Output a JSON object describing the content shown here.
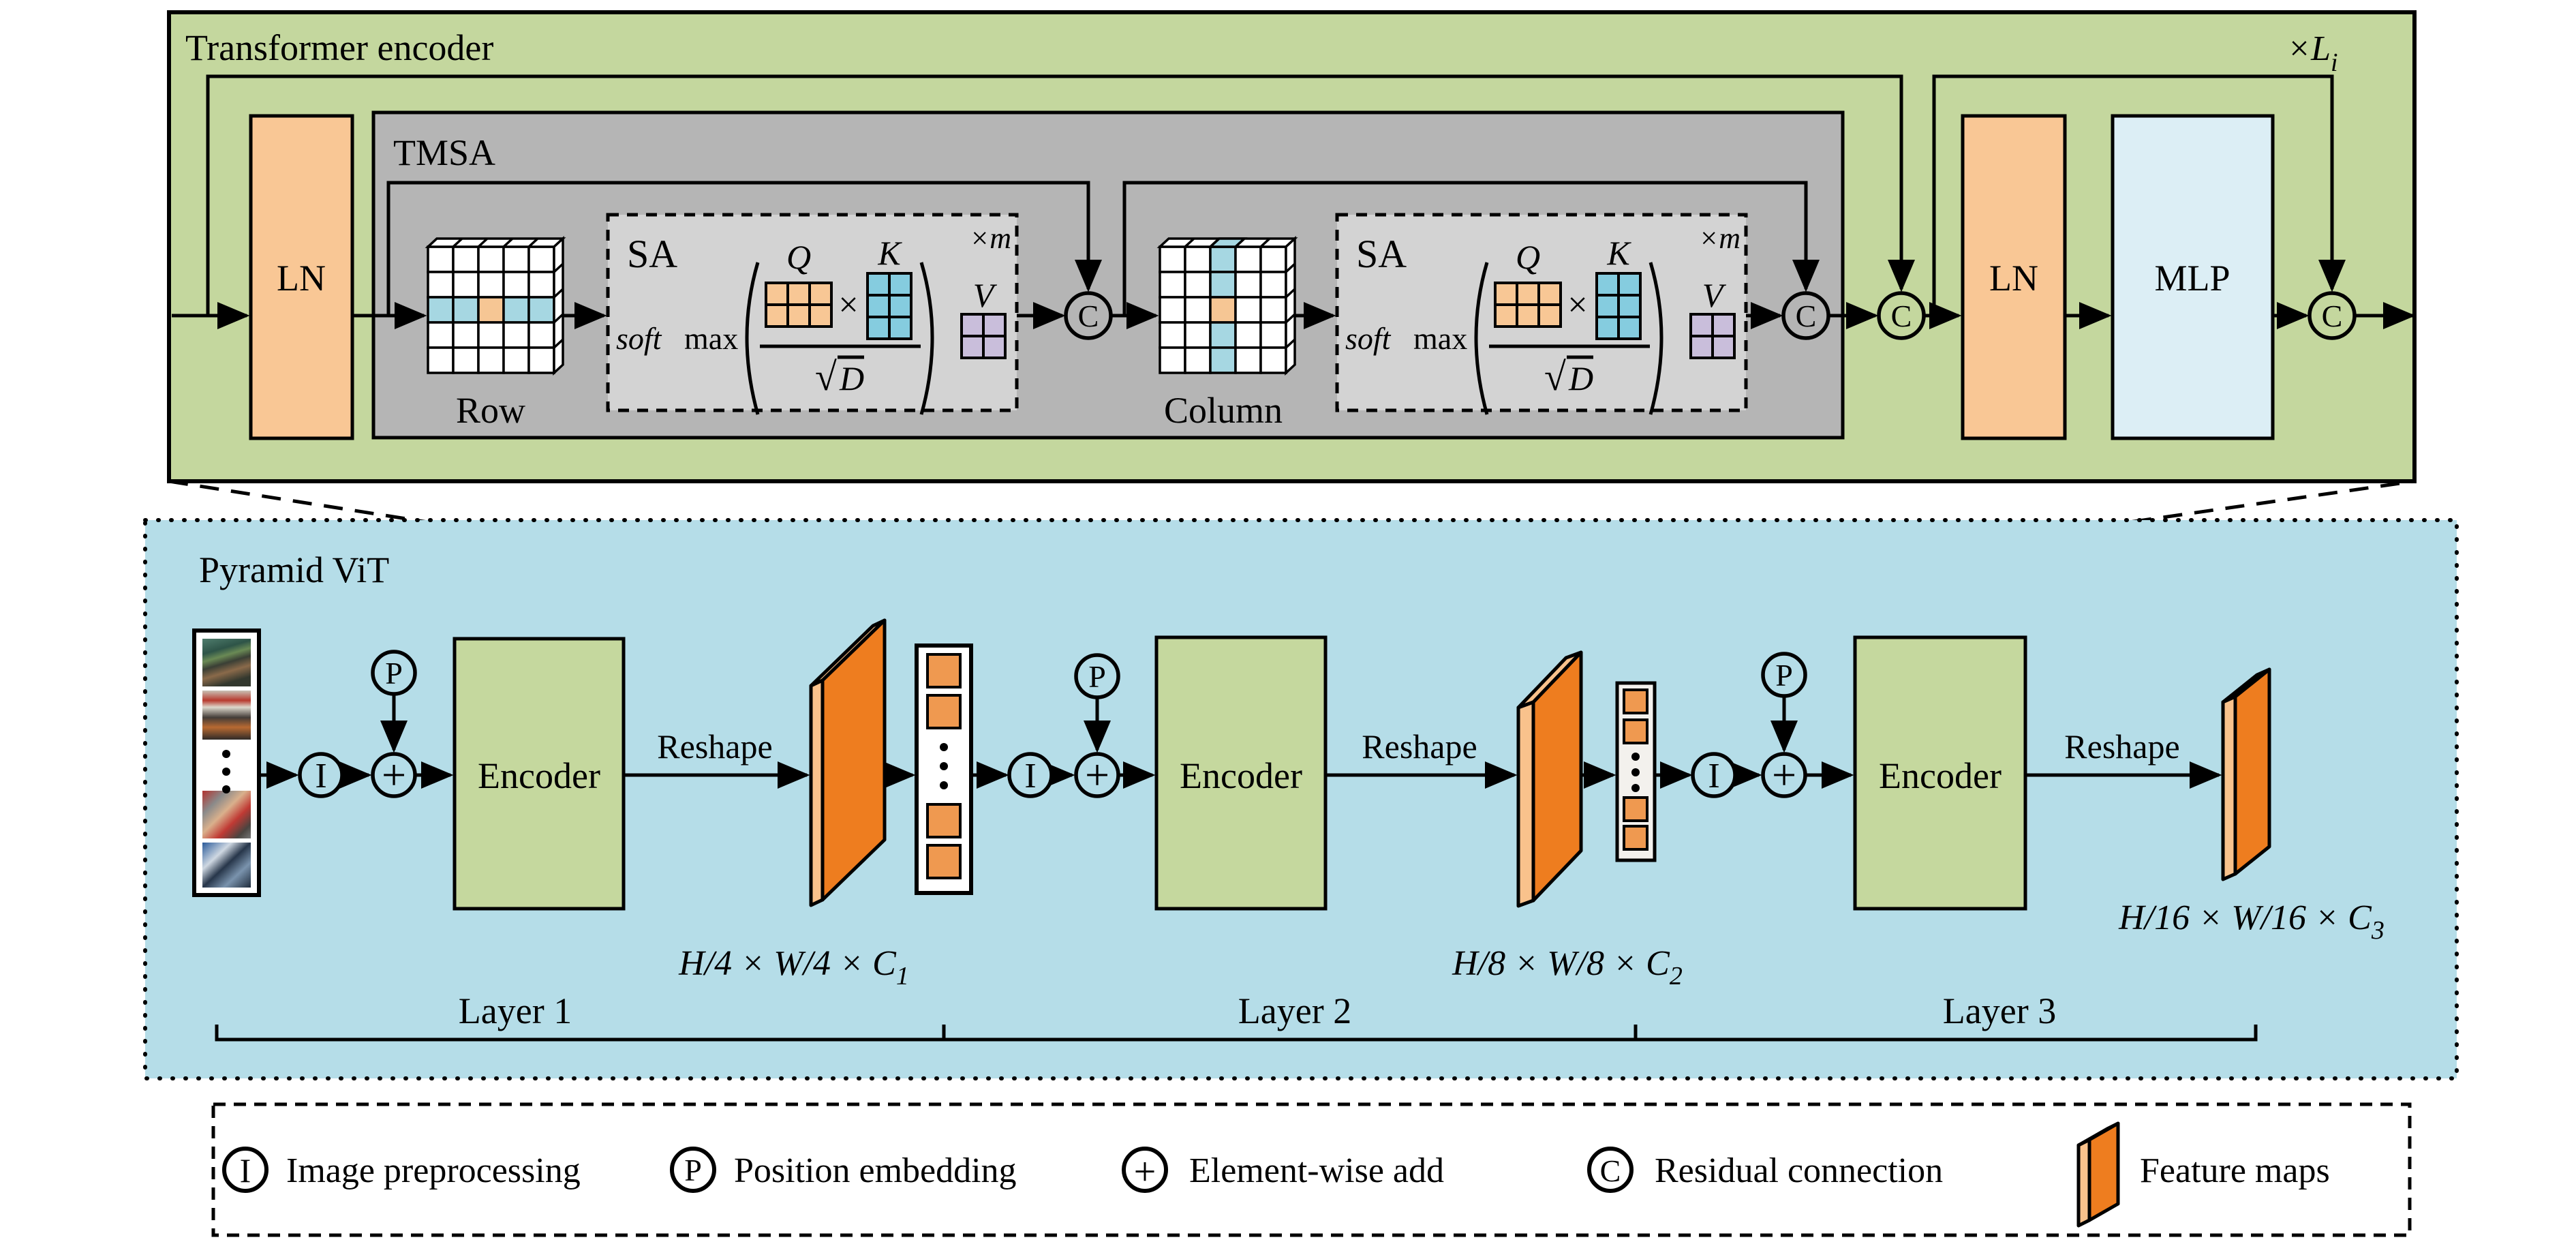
{
  "top_panel": {
    "title": "Transformer encoder",
    "repeat_label": "×L",
    "repeat_sub": "i",
    "ln_left": "LN",
    "ln_right": "LN",
    "mlp": "MLP",
    "tmsa_label": "TMSA",
    "row_label": "Row",
    "column_label": "Column",
    "residual_symbol": "C",
    "sa_left": {
      "title": "SA",
      "soft": "soft",
      "max": "max",
      "q": "Q",
      "times": "×",
      "k": "K",
      "radical": "√",
      "d": "D",
      "v": "V",
      "heads": "×m"
    },
    "sa_right": {
      "title": "SA",
      "soft": "soft",
      "max": "max",
      "q": "Q",
      "times": "×",
      "k": "K",
      "radical": "√",
      "d": "D",
      "v": "V",
      "heads": "×m"
    }
  },
  "pyramid_panel": {
    "title": "Pyramid ViT",
    "preprocess_symbol": "I",
    "position_symbol": "P",
    "add_symbol": "+",
    "encoders": [
      "Encoder",
      "Encoder",
      "Encoder"
    ],
    "reshapes": [
      "Reshape",
      "Reshape",
      "Reshape"
    ],
    "layers": [
      "Layer 1",
      "Layer 2",
      "Layer 3"
    ],
    "dims": [
      {
        "main": "H/4 × W/4 × C",
        "sub": "1"
      },
      {
        "main": "H/8 × W/8 × C",
        "sub": "2"
      },
      {
        "main": "H/16 × W/16 × C",
        "sub": "3"
      }
    ]
  },
  "legend": {
    "items": [
      {
        "symbol": "I",
        "label": "Image preprocessing"
      },
      {
        "symbol": "P",
        "label": "Position embedding"
      },
      {
        "symbol": "+",
        "label": "Element-wise add"
      },
      {
        "symbol": "C",
        "label": "Residual connection"
      },
      {
        "symbol": "",
        "label": "Feature maps"
      }
    ]
  },
  "colors": {
    "panel_green": "#c4d79e",
    "panel_blue": "#b5dde8",
    "tmsa_gray": "#b5b5b5",
    "sa_gray": "#d3d3d3",
    "ln_orange": "#f9c795",
    "mlp_blue": "#dceef5",
    "encoder_green": "#c5d89e",
    "fm_orange": "#ee7d1f",
    "fm_light": "#f9c28c",
    "token_orange": "#ef9950",
    "k_blue": "#85ccdf",
    "v_purple": "#c9bedb",
    "q_orange": "#f8c795",
    "cell_blue": "#a6d7e2",
    "cell_orange": "#f6c694"
  }
}
